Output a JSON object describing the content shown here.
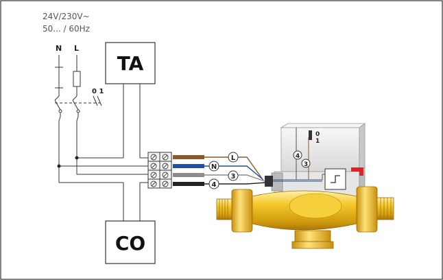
{
  "supply": {
    "voltage": "24V/230V~",
    "frequency": "50... / 60Hz",
    "neutral_label": "N",
    "line_label": "L",
    "switch_label": "0 1"
  },
  "devices": {
    "thermostat_label": "TA",
    "boiler_label": "CO"
  },
  "wires": {
    "line_tag": "L",
    "neutral_tag": "N",
    "wire3_tag": "3",
    "wire4_tag": "4"
  },
  "actuator": {
    "switch_off": "0",
    "switch_on": "1",
    "internal_tag_4": "4",
    "internal_tag_3": "3"
  },
  "colors": {
    "line_wire": "#8a5a2b",
    "neutral_wire": "#1f4fa8",
    "wire3": "#8c8c8c",
    "wire4": "#222222",
    "valve_body": "#f2c01e",
    "actuator_body": "#e6e6e6",
    "lever_red": "#d6262b"
  }
}
